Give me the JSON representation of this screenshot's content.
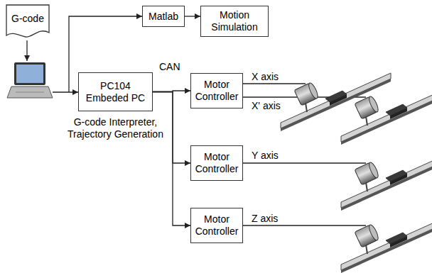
{
  "diagram": {
    "nodes": [
      {
        "text": [
          "G-code"
        ]
      },
      {
        "text": [
          "Matlab"
        ]
      },
      {
        "text": [
          "Motion Simulation"
        ]
      },
      {
        "text": [
          "PC104 Embeded PC",
          "G-code Interpreter, Trajectory Generation"
        ]
      },
      {
        "text": [
          "Motor Controller"
        ]
      },
      {
        "text": [
          "Motor Controller"
        ]
      },
      {
        "text": [
          "Motor Controller"
        ]
      }
    ],
    "edges": [
      {
        "from": 1,
        "to": 2,
        "arrow": "to"
      },
      {
        "from": 3,
        "to": 4,
        "arrow": "to"
      },
      {
        "from": 3,
        "to": 5,
        "arrow": "to"
      },
      {
        "from": 3,
        "to": 6,
        "arrow": "to"
      }
    ],
    "labels": [
      "CAN",
      "X axis",
      "X' axis",
      "Y axis",
      "Z axis"
    ]
  }
}
